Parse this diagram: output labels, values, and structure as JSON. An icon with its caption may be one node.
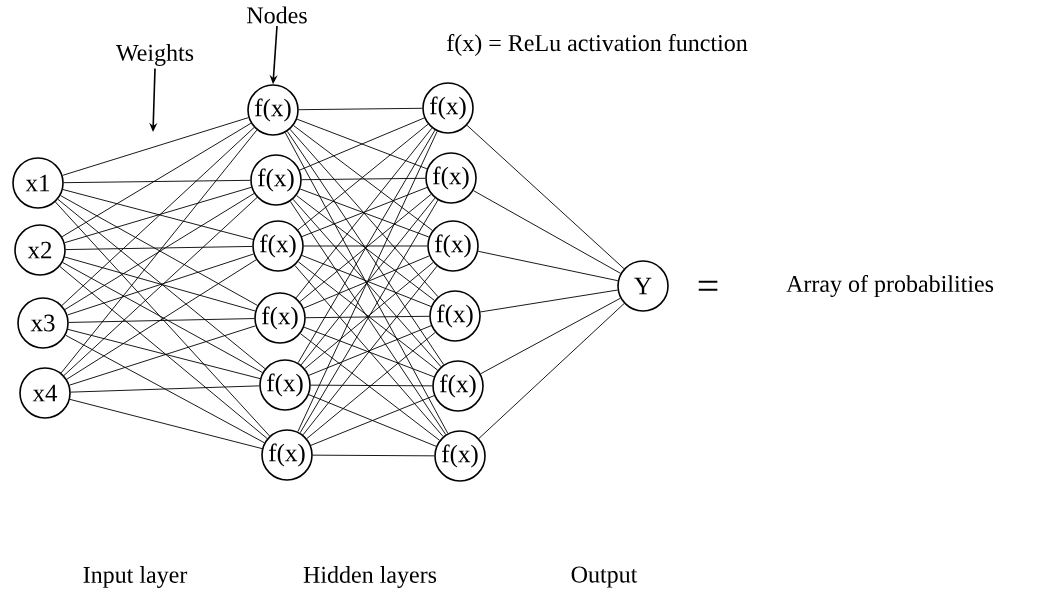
{
  "diagram": {
    "nodes": [
      {
        "text": [
          "Weights"
        ]
      },
      {
        "text": [
          "Nodes"
        ]
      },
      {
        "text": [
          "x1"
        ]
      },
      {
        "text": [
          "x2"
        ]
      },
      {
        "text": [
          "x3"
        ]
      },
      {
        "text": [
          "x4"
        ]
      },
      {
        "text": [
          "f(x)"
        ]
      },
      {
        "text": [
          "f(x)"
        ]
      },
      {
        "text": [
          "f(x)"
        ]
      },
      {
        "text": [
          "f(x)"
        ]
      },
      {
        "text": [
          "f(x)"
        ]
      },
      {
        "text": [
          "f(x)"
        ]
      },
      {
        "text": [
          "f(x)"
        ]
      },
      {
        "text": [
          "f(x)"
        ]
      },
      {
        "text": [
          "f(x)"
        ]
      },
      {
        "text": [
          "f(x)"
        ]
      },
      {
        "text": [
          "f(x)"
        ]
      },
      {
        "text": [
          "f(x)"
        ]
      },
      {
        "text": [
          "Y"
        ]
      }
    ],
    "edges": [
      {
        "from": 0,
        "to": null,
        "arrow": "to"
      },
      {
        "from": 1,
        "to": 6,
        "arrow": "to"
      },
      {
        "from": 2,
        "to": 6,
        "arrow": "none"
      },
      {
        "from": 2,
        "to": 7,
        "arrow": "none"
      },
      {
        "from": 2,
        "to": 8,
        "arrow": "none"
      },
      {
        "from": 2,
        "to": 9,
        "arrow": "none"
      },
      {
        "from": 2,
        "to": 10,
        "arrow": "none"
      },
      {
        "from": 2,
        "to": 11,
        "arrow": "none"
      },
      {
        "from": 3,
        "to": 6,
        "arrow": "none"
      },
      {
        "from": 3,
        "to": 7,
        "arrow": "none"
      },
      {
        "from": 3,
        "to": 8,
        "arrow": "none"
      },
      {
        "from": 3,
        "to": 9,
        "arrow": "none"
      },
      {
        "from": 3,
        "to": 10,
        "arrow": "none"
      },
      {
        "from": 3,
        "to": 11,
        "arrow": "none"
      },
      {
        "from": 4,
        "to": 6,
        "arrow": "none"
      },
      {
        "from": 4,
        "to": 7,
        "arrow": "none"
      },
      {
        "from": 4,
        "to": 8,
        "arrow": "none"
      },
      {
        "from": 4,
        "to": 9,
        "arrow": "none"
      },
      {
        "from": 4,
        "to": 10,
        "arrow": "none"
      },
      {
        "from": 4,
        "to": 11,
        "arrow": "none"
      },
      {
        "from": 5,
        "to": 6,
        "arrow": "none"
      },
      {
        "from": 5,
        "to": 7,
        "arrow": "none"
      },
      {
        "from": 5,
        "to": 8,
        "arrow": "none"
      },
      {
        "from": 5,
        "to": 9,
        "arrow": "none"
      },
      {
        "from": 5,
        "to": 10,
        "arrow": "none"
      },
      {
        "from": 5,
        "to": 11,
        "arrow": "none"
      },
      {
        "from": 6,
        "to": 12,
        "arrow": "none"
      },
      {
        "from": 6,
        "to": 13,
        "arrow": "none"
      },
      {
        "from": 6,
        "to": 14,
        "arrow": "none"
      },
      {
        "from": 6,
        "to": 15,
        "arrow": "none"
      },
      {
        "from": 6,
        "to": 16,
        "arrow": "none"
      },
      {
        "from": 6,
        "to": 17,
        "arrow": "none"
      },
      {
        "from": 7,
        "to": 12,
        "arrow": "none"
      },
      {
        "from": 7,
        "to": 13,
        "arrow": "none"
      },
      {
        "from": 7,
        "to": 14,
        "arrow": "none"
      },
      {
        "from": 7,
        "to": 15,
        "arrow": "none"
      },
      {
        "from": 7,
        "to": 16,
        "arrow": "none"
      },
      {
        "from": 7,
        "to": 17,
        "arrow": "none"
      },
      {
        "from": 8,
        "to": 12,
        "arrow": "none"
      },
      {
        "from": 8,
        "to": 13,
        "arrow": "none"
      },
      {
        "from": 8,
        "to": 14,
        "arrow": "none"
      },
      {
        "from": 8,
        "to": 15,
        "arrow": "none"
      },
      {
        "from": 8,
        "to": 16,
        "arrow": "none"
      },
      {
        "from": 8,
        "to": 17,
        "arrow": "none"
      },
      {
        "from": 9,
        "to": 12,
        "arrow": "none"
      },
      {
        "from": 9,
        "to": 13,
        "arrow": "none"
      },
      {
        "from": 9,
        "to": 14,
        "arrow": "none"
      },
      {
        "from": 9,
        "to": 15,
        "arrow": "none"
      },
      {
        "from": 9,
        "to": 16,
        "arrow": "none"
      },
      {
        "from": 9,
        "to": 17,
        "arrow": "none"
      },
      {
        "from": 10,
        "to": 12,
        "arrow": "none"
      },
      {
        "from": 10,
        "to": 13,
        "arrow": "none"
      },
      {
        "from": 10,
        "to": 14,
        "arrow": "none"
      },
      {
        "from": 10,
        "to": 15,
        "arrow": "none"
      },
      {
        "from": 10,
        "to": 16,
        "arrow": "none"
      },
      {
        "from": 10,
        "to": 17,
        "arrow": "none"
      },
      {
        "from": 11,
        "to": 12,
        "arrow": "none"
      },
      {
        "from": 11,
        "to": 13,
        "arrow": "none"
      },
      {
        "from": 11,
        "to": 14,
        "arrow": "none"
      },
      {
        "from": 11,
        "to": 15,
        "arrow": "none"
      },
      {
        "from": 11,
        "to": 16,
        "arrow": "none"
      },
      {
        "from": 11,
        "to": 17,
        "arrow": "none"
      },
      {
        "from": 12,
        "to": 18,
        "arrow": "none"
      },
      {
        "from": 13,
        "to": 18,
        "arrow": "none"
      },
      {
        "from": 14,
        "to": 18,
        "arrow": "none"
      },
      {
        "from": 15,
        "to": 18,
        "arrow": "none"
      },
      {
        "from": 16,
        "to": 18,
        "arrow": "none"
      },
      {
        "from": 17,
        "to": 18,
        "arrow": "none"
      }
    ],
    "labels": [
      "f(x) = ReLu activation function",
      "=",
      "Array of probabilities",
      "Input layer",
      "Hidden layers",
      "Output"
    ]
  }
}
